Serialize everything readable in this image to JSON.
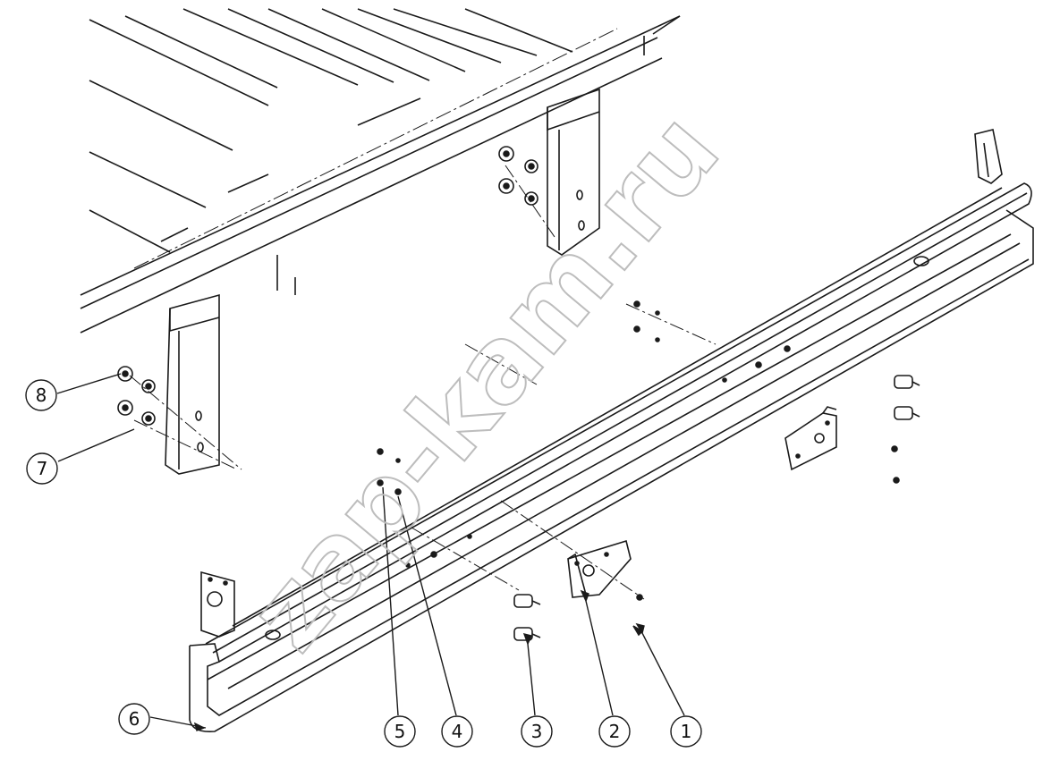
{
  "diagram": {
    "watermark": "zap-kam.ru",
    "callouts": [
      {
        "id": "callout-1",
        "label": "1"
      },
      {
        "id": "callout-2",
        "label": "2"
      },
      {
        "id": "callout-3",
        "label": "3"
      },
      {
        "id": "callout-4",
        "label": "4"
      },
      {
        "id": "callout-5",
        "label": "5"
      },
      {
        "id": "callout-6",
        "label": "6"
      },
      {
        "id": "callout-7",
        "label": "7"
      },
      {
        "id": "callout-8",
        "label": "8"
      }
    ]
  }
}
